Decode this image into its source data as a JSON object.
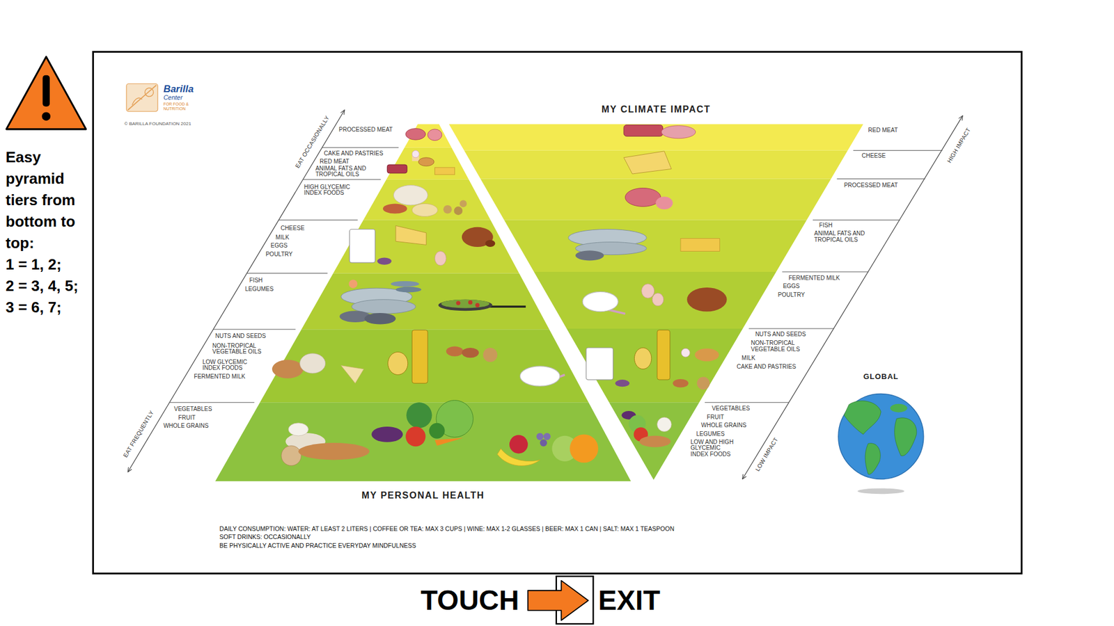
{
  "diagram": {
    "nodes": [
      {
        "text": [
          "MY PERSONAL HEALTH"
        ]
      },
      {
        "text": [
          "MY CLIMATE IMPACT"
        ]
      },
      {
        "text": [
          "GLOBAL"
        ]
      }
    ],
    "labels": [
      "Easy pyramid tiers from bottom to top:",
      "1 = 1, 2;",
      "2 = 3, 4, 5;",
      "3 = 6, 7;",
      "Barilla",
      "Center",
      "FOR FOOD & NUTRITION",
      "© BARILLA FOUNDATION 2021",
      "EAT OCCASIONALLY",
      "EAT FREQUENTLY",
      "PROCESSED MEAT",
      "CAKE AND PASTRIES",
      "RED MEAT",
      "ANIMAL FATS AND TROPICAL OILS",
      "HIGH GLYCEMIC INDEX FOODS",
      "CHEESE",
      "MILK",
      "EGGS",
      "POULTRY",
      "FISH",
      "LEGUMES",
      "NUTS AND SEEDS",
      "NON-TROPICAL VEGETABLE OILS",
      "LOW GLYCEMIC INDEX FOODS",
      "FERMENTED MILK",
      "VEGETABLES",
      "FRUIT",
      "WHOLE GRAINS",
      "HIGH IMPACT",
      "LOW IMPACT",
      "RED MEAT",
      "CHEESE",
      "PROCESSED MEAT",
      "FISH",
      "ANIMAL FATS AND TROPICAL OILS",
      "FERMENTED MILK",
      "EGGS",
      "POULTRY",
      "NUTS AND SEEDS",
      "NON-TROPICAL VEGETABLE OILS",
      "MILK",
      "CAKE AND PASTRIES",
      "VEGETABLES",
      "FRUIT",
      "WHOLE GRAINS",
      "LEGUMES",
      "LOW AND HIGH GLYCEMIC INDEX FOODS",
      "DAILY CONSUMPTION: WATER: AT LEAST 2 LITERS | COFFEE OR TEA: MAX 3 CUPS | WINE: MAX 1-2 GLASSES | BEER: MAX 1 CAN | SALT: MAX 1 TEASPOON",
      "SOFT DRINKS: OCCASIONALLY",
      "BE PHYSICALLY ACTIVE AND PRACTICE EVERYDAY MINDFULNESS",
      "TOUCH",
      "EXIT"
    ]
  }
}
